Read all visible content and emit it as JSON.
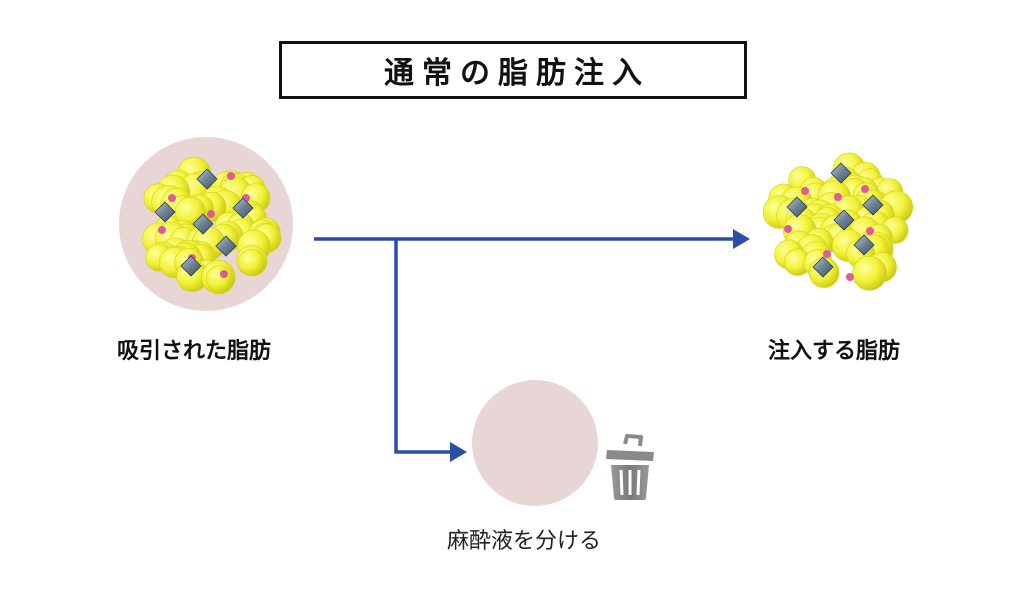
{
  "title": "通常の脂肪注入",
  "labels": {
    "aspirated_fat": "吸引された脂肪",
    "injected_fat": "注入する脂肪",
    "separated_anesthetic": "麻酔液を分ける"
  },
  "colors": {
    "arrow": "#2a4fa8",
    "fat_cell": "#f2f23a",
    "fat_cell_dark": "#c9c915",
    "background_fluid": "#e8d6d6",
    "diamond": "#6d8196",
    "dot": "#e05a9a",
    "trash": "#8a8a8a"
  },
  "icons": {
    "trash": "trash-can-icon"
  }
}
